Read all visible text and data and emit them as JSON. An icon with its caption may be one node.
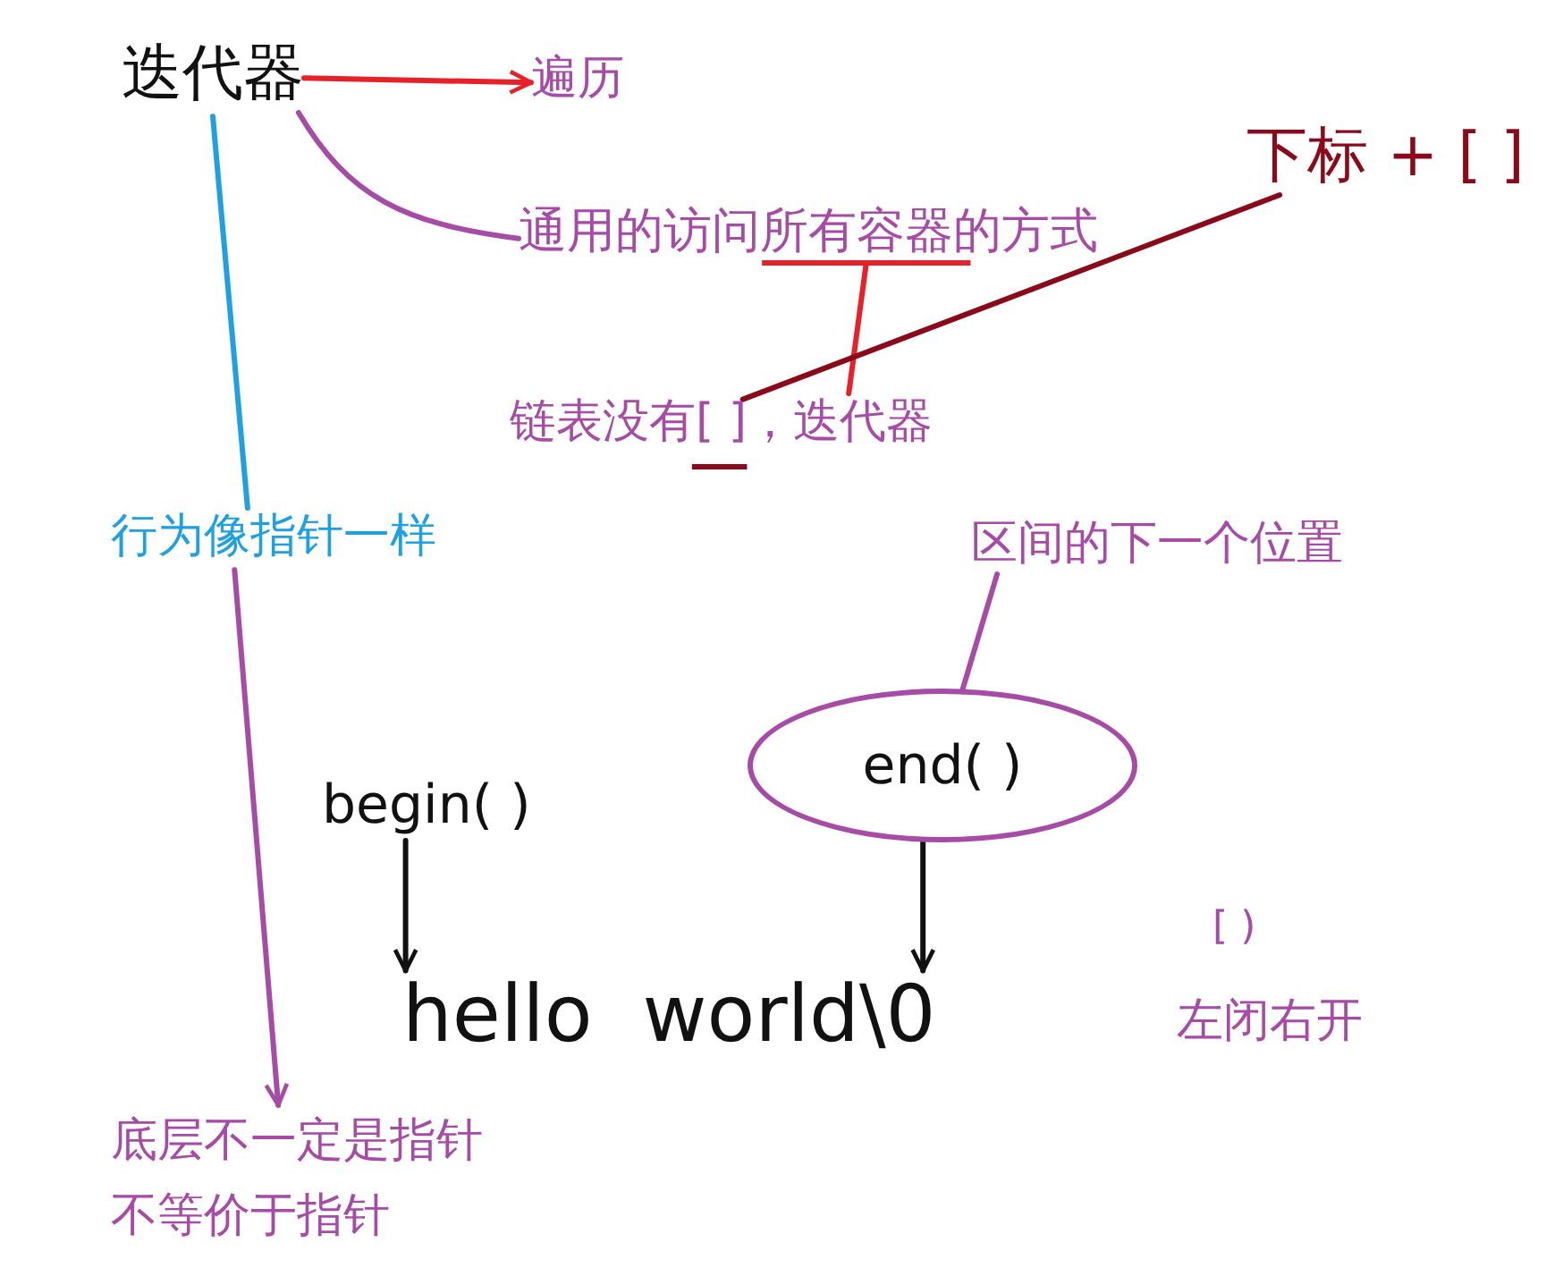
{
  "diagram": {
    "nodes": [
      {
        "text": [
          "迭代器"
        ]
      },
      {
        "text": [
          "遍历"
        ]
      },
      {
        "text": [
          "通用的访问所有容器的方式"
        ]
      },
      {
        "text": [
          "下标 + [ ]"
        ]
      },
      {
        "text": [
          "链表没有[ ]，迭代器"
        ]
      },
      {
        "text": [
          "行为像指针一样"
        ]
      },
      {
        "text": [
          "底层不一定是指针",
          "不等价于指针"
        ]
      },
      {
        "text": [
          "区间的下一个位置"
        ]
      },
      {
        "text": [
          "end( )"
        ]
      },
      {
        "text": [
          "begin( )"
        ]
      },
      {
        "text": [
          "hello  world\\0"
        ]
      }
    ],
    "edges": [
      {
        "from": 0,
        "to": 1,
        "arrow": "to",
        "color": "#e8202a"
      },
      {
        "from": 0,
        "to": 2,
        "arrow": "none",
        "color": "#a64ca6"
      },
      {
        "from": 2,
        "to": 4,
        "arrow": "none",
        "color": "#e8202a"
      },
      {
        "from": 3,
        "to": 4,
        "arrow": "none",
        "color": "#8b0a1a"
      },
      {
        "from": 0,
        "to": 5,
        "arrow": "none",
        "color": "#1fa0e0"
      },
      {
        "from": 5,
        "to": 6,
        "arrow": "to",
        "color": "#a64ca6"
      },
      {
        "from": 7,
        "to": 8,
        "arrow": "none",
        "color": "#a64ca6"
      },
      {
        "from": 9,
        "to": 10,
        "arrow": "to",
        "color": "#111111"
      },
      {
        "from": 8,
        "to": 10,
        "arrow": "to",
        "color": "#111111"
      }
    ],
    "labels": [
      "[ )",
      "左闭右开"
    ]
  }
}
